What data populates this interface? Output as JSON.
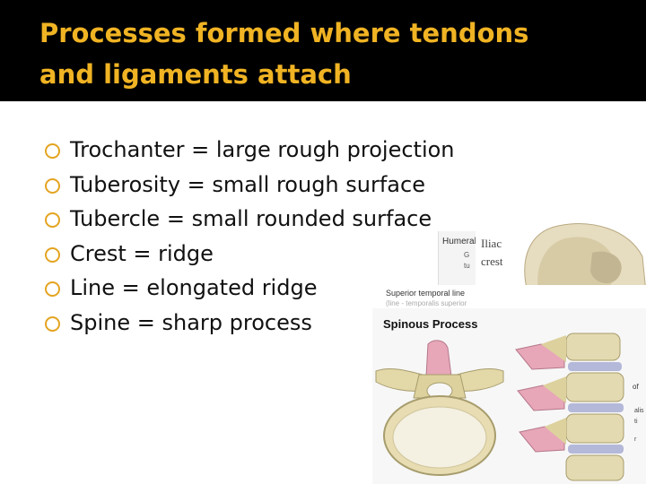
{
  "slide": {
    "title_lines": [
      "Processes formed where tendons",
      "and ligaments attach"
    ],
    "accent_color": "#f0b323",
    "bullet_color": "#e4a421",
    "bullets": [
      "Trochanter = large rough projection",
      "Tuberosity = small rough surface",
      "Tubercle = small rounded surface",
      "Crest = ridge",
      "Line = elongated ridge",
      "Spine = sharp process"
    ]
  },
  "figures": {
    "humerus_label": "Humeral",
    "iliac_label": "Iliac",
    "crest_label": "crest",
    "temporal_line": "Superior temporal line",
    "spinous_title": "Spinous Process"
  }
}
